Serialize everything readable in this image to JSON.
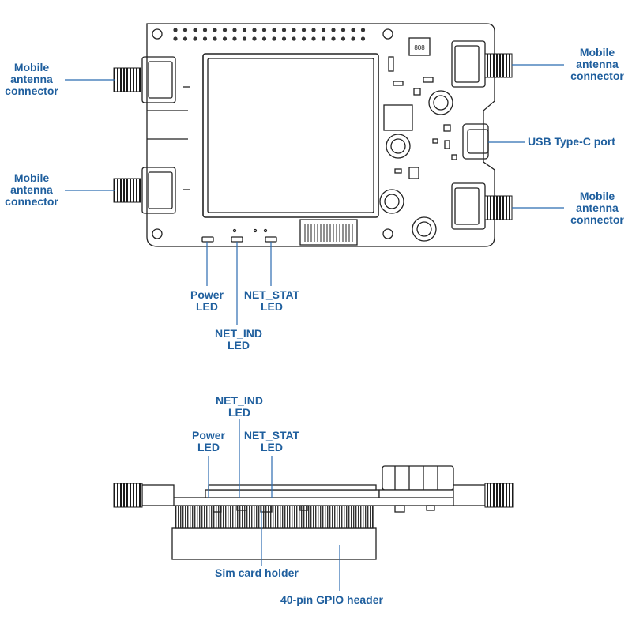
{
  "top_view": {
    "labels": {
      "antenna_top_left": [
        "Mobile",
        "antenna",
        "connector"
      ],
      "antenna_bottom_left": [
        "Mobile",
        "antenna",
        "connector"
      ],
      "antenna_top_right": [
        "Mobile",
        "antenna",
        "connector"
      ],
      "antenna_bottom_right": [
        "Mobile",
        "antenna",
        "connector"
      ],
      "usb_port": "USB Type-C port",
      "power_led": [
        "Power",
        "LED"
      ],
      "net_stat_led": [
        "NET_STAT",
        "LED"
      ],
      "net_ind_led": [
        "NET_IND",
        "LED"
      ]
    },
    "chip_marking": "808"
  },
  "side_view": {
    "labels": {
      "net_ind_led": [
        "NET_IND",
        "LED"
      ],
      "power_led": [
        "Power",
        "LED"
      ],
      "net_stat_led": [
        "NET_STAT",
        "LED"
      ],
      "sim_holder": "Sim card holder",
      "gpio_header": "40-pin GPIO header"
    }
  },
  "colors": {
    "label": "#1f5f9e",
    "leader": "#2b6cb0",
    "outline": "#222222",
    "board": "#ffffff"
  }
}
